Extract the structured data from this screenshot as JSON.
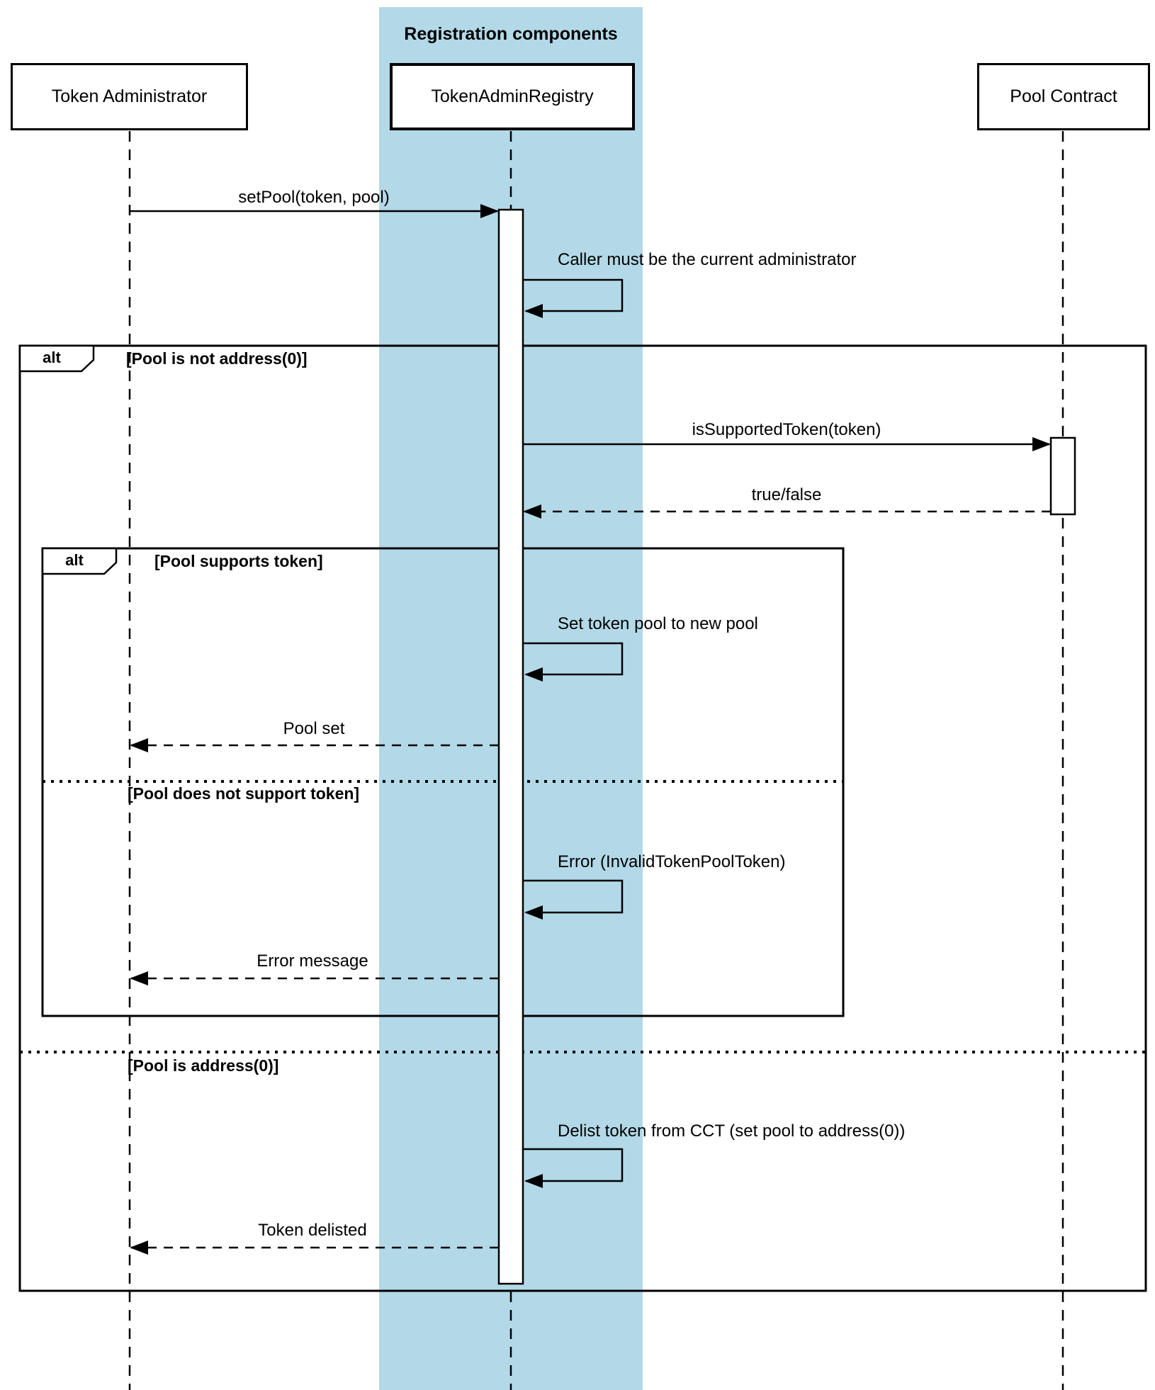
{
  "diagram": {
    "band": {
      "title": "Registration components",
      "color": "#b3d9e8"
    },
    "participants": [
      {
        "name": "Token Administrator"
      },
      {
        "name": "TokenAdminRegistry"
      },
      {
        "name": "Pool Contract"
      }
    ],
    "frames": {
      "outer": {
        "operator": "alt",
        "guard_top": "[Pool is not address(0)]",
        "guard_else": "[Pool is address(0)]"
      },
      "inner": {
        "operator": "alt",
        "guard_top": "[Pool supports token]",
        "guard_else": "[Pool does not support token]"
      }
    },
    "messages": {
      "set_pool": "setPool(token, pool)",
      "caller_note": "Caller must be the current administrator",
      "is_supported_token": "isSupportedToken(token)",
      "true_false": "true/false",
      "set_token_pool": "Set token pool to new pool",
      "pool_set": "Pool set",
      "error_invalid": "Error (InvalidTokenPoolToken)",
      "error_message": "Error message",
      "delist_token": "Delist token from CCT (set pool to address(0))",
      "token_delisted": "Token delisted"
    },
    "colors": {
      "line": "#000000",
      "background": "#ffffff"
    }
  }
}
